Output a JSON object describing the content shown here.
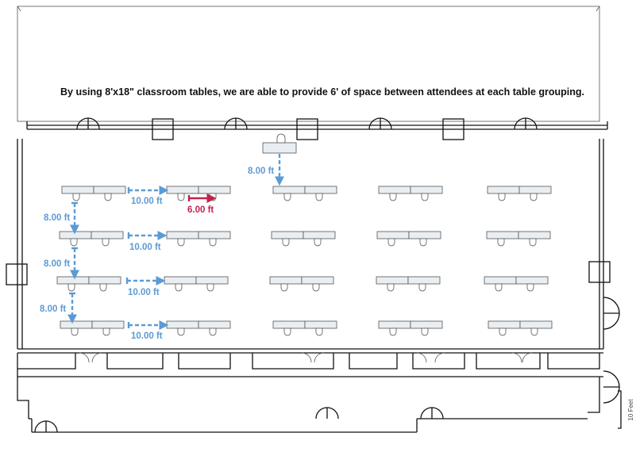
{
  "title": "By using 8'x18\" classroom tables, we are able to provide 6' of space between attendees at each table grouping.",
  "colors": {
    "dimension_blue": "#5b9bd5",
    "dimension_red": "#c0234e",
    "wall": "#111111",
    "table_fill": "#e9eef2"
  },
  "dimensions": {
    "top_gap": "8.00 ft",
    "row_gap_1": "8.00 ft",
    "row_gap_2": "8.00 ft",
    "row_gap_3": "8.00 ft",
    "col_gap_1": "10.00 ft",
    "col_gap_2": "10.00 ft",
    "col_gap_3": "10.00 ft",
    "col_gap_4": "10.00 ft",
    "seat_spacing": "6.00 ft"
  },
  "scale_bar": {
    "label": "10 Feet"
  },
  "layout": {
    "table_rows": 4,
    "table_columns": 5,
    "has_head_table": true,
    "seats_per_table": 2
  }
}
